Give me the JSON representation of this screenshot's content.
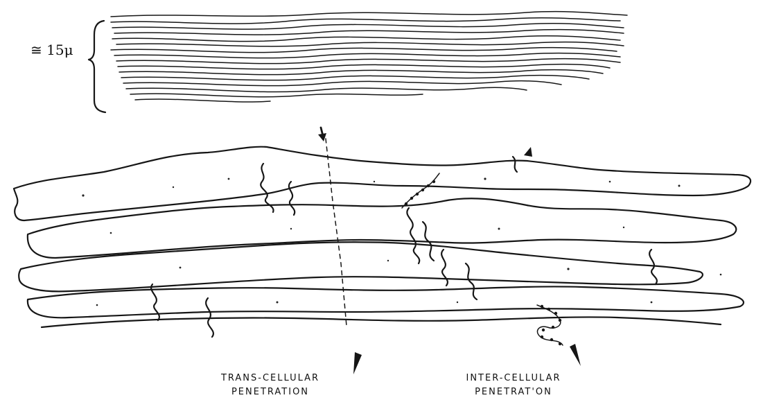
{
  "scale_label": "≅ 15μ",
  "labels": {
    "trans_cellular_line1": "TRANS-CELLULAR",
    "trans_cellular_line2": "PENETRATION",
    "inter_cellular_line1": "INTER-CELLULAR",
    "inter_cellular_line2": "PENETRAT'ON"
  }
}
